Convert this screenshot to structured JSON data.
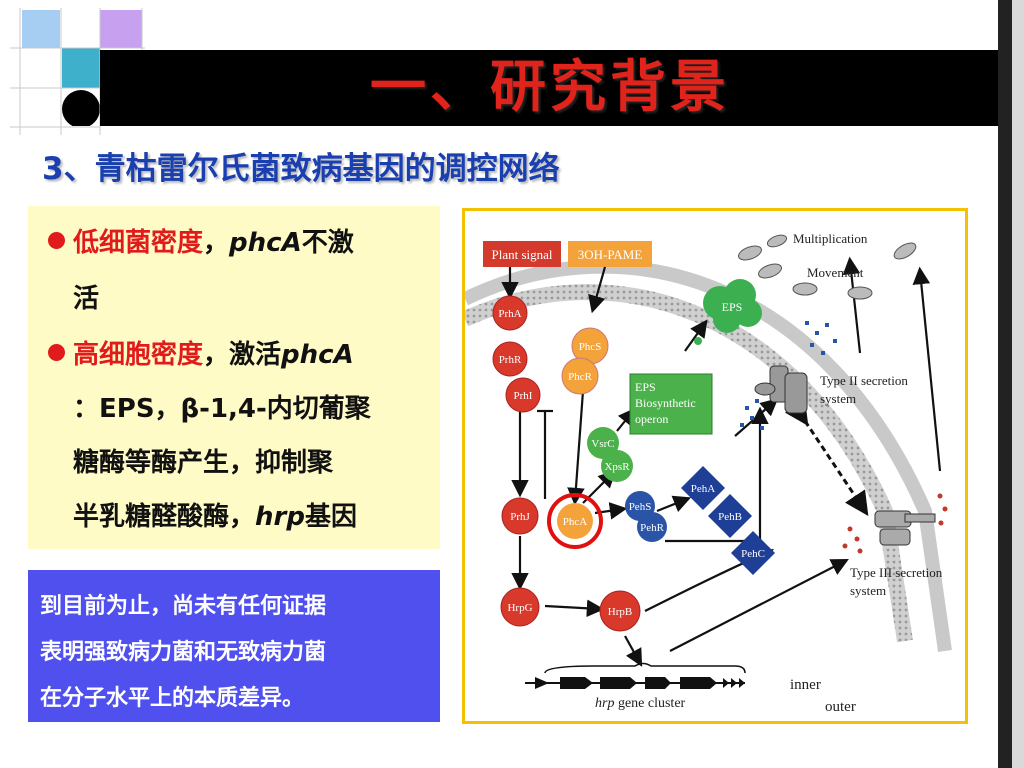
{
  "slide": {
    "title": "一、研究背景",
    "subtitle": "3、青枯雷尔氏菌致病基因的调控网络"
  },
  "colors": {
    "title_text": "#e0231b",
    "subtitle_text": "#1a3fb0",
    "highlight_red": "#e11b1b",
    "info_box_bg": "#5050ee",
    "bullet_box_bg": "#fffbc7",
    "frame": "#f2c200"
  },
  "bullets": {
    "b1_red": "低细菌密度",
    "b1_comma": "，",
    "b1_italic": "phcA",
    "b1_rest": "不激",
    "b1_cont": "活",
    "b2_red": "高细胞密度",
    "b2_comma": "，激活",
    "b2_italic": "phcA",
    "b2_l2": "：EPS，β-1,4-内切葡聚",
    "b2_l3": "糖酶等酶产生，抑制聚",
    "b2_l4_pre": "半乳糖醛酸酶，",
    "b2_l4_italic": "hrp",
    "b2_l4_post": "基因"
  },
  "note": {
    "line1": "到目前为止，尚未有任何证据",
    "line2": "表明强致病力菌和无致病力菌",
    "line3": "在分子水平上的本质差异。"
  },
  "diagram": {
    "plant_signal": "Plant signal",
    "oh_pame": "3OH-PAME",
    "multiplication": "Multiplication",
    "movement": "Movement",
    "eps": "EPS",
    "eps_operon_1": "EPS",
    "eps_operon_2": "Biosynthetic",
    "eps_operon_3": "operon",
    "type2_1": "Type II secretion",
    "type2_2": "system",
    "type3_1": "Type III secretion",
    "type3_2": "system",
    "inner": "inner",
    "outer": "outer",
    "hrp_italic": "hrp",
    "gene_cluster": " gene cluster",
    "nodes": {
      "prha": "PrhA",
      "prhr": "PrhR",
      "prhi": "PrhI",
      "prhj": "PrhJ",
      "hrpg": "HrpG",
      "hrpb": "HrpB",
      "phcs": "PhcS",
      "phcr": "PhcR",
      "phca": "PhcA",
      "vsrc": "VsrC",
      "xpsr": "XpsR",
      "pehs": "PehS",
      "pehr": "PehR",
      "peha": "PehA",
      "pehb": "PehB",
      "pehc": "PehC"
    }
  }
}
